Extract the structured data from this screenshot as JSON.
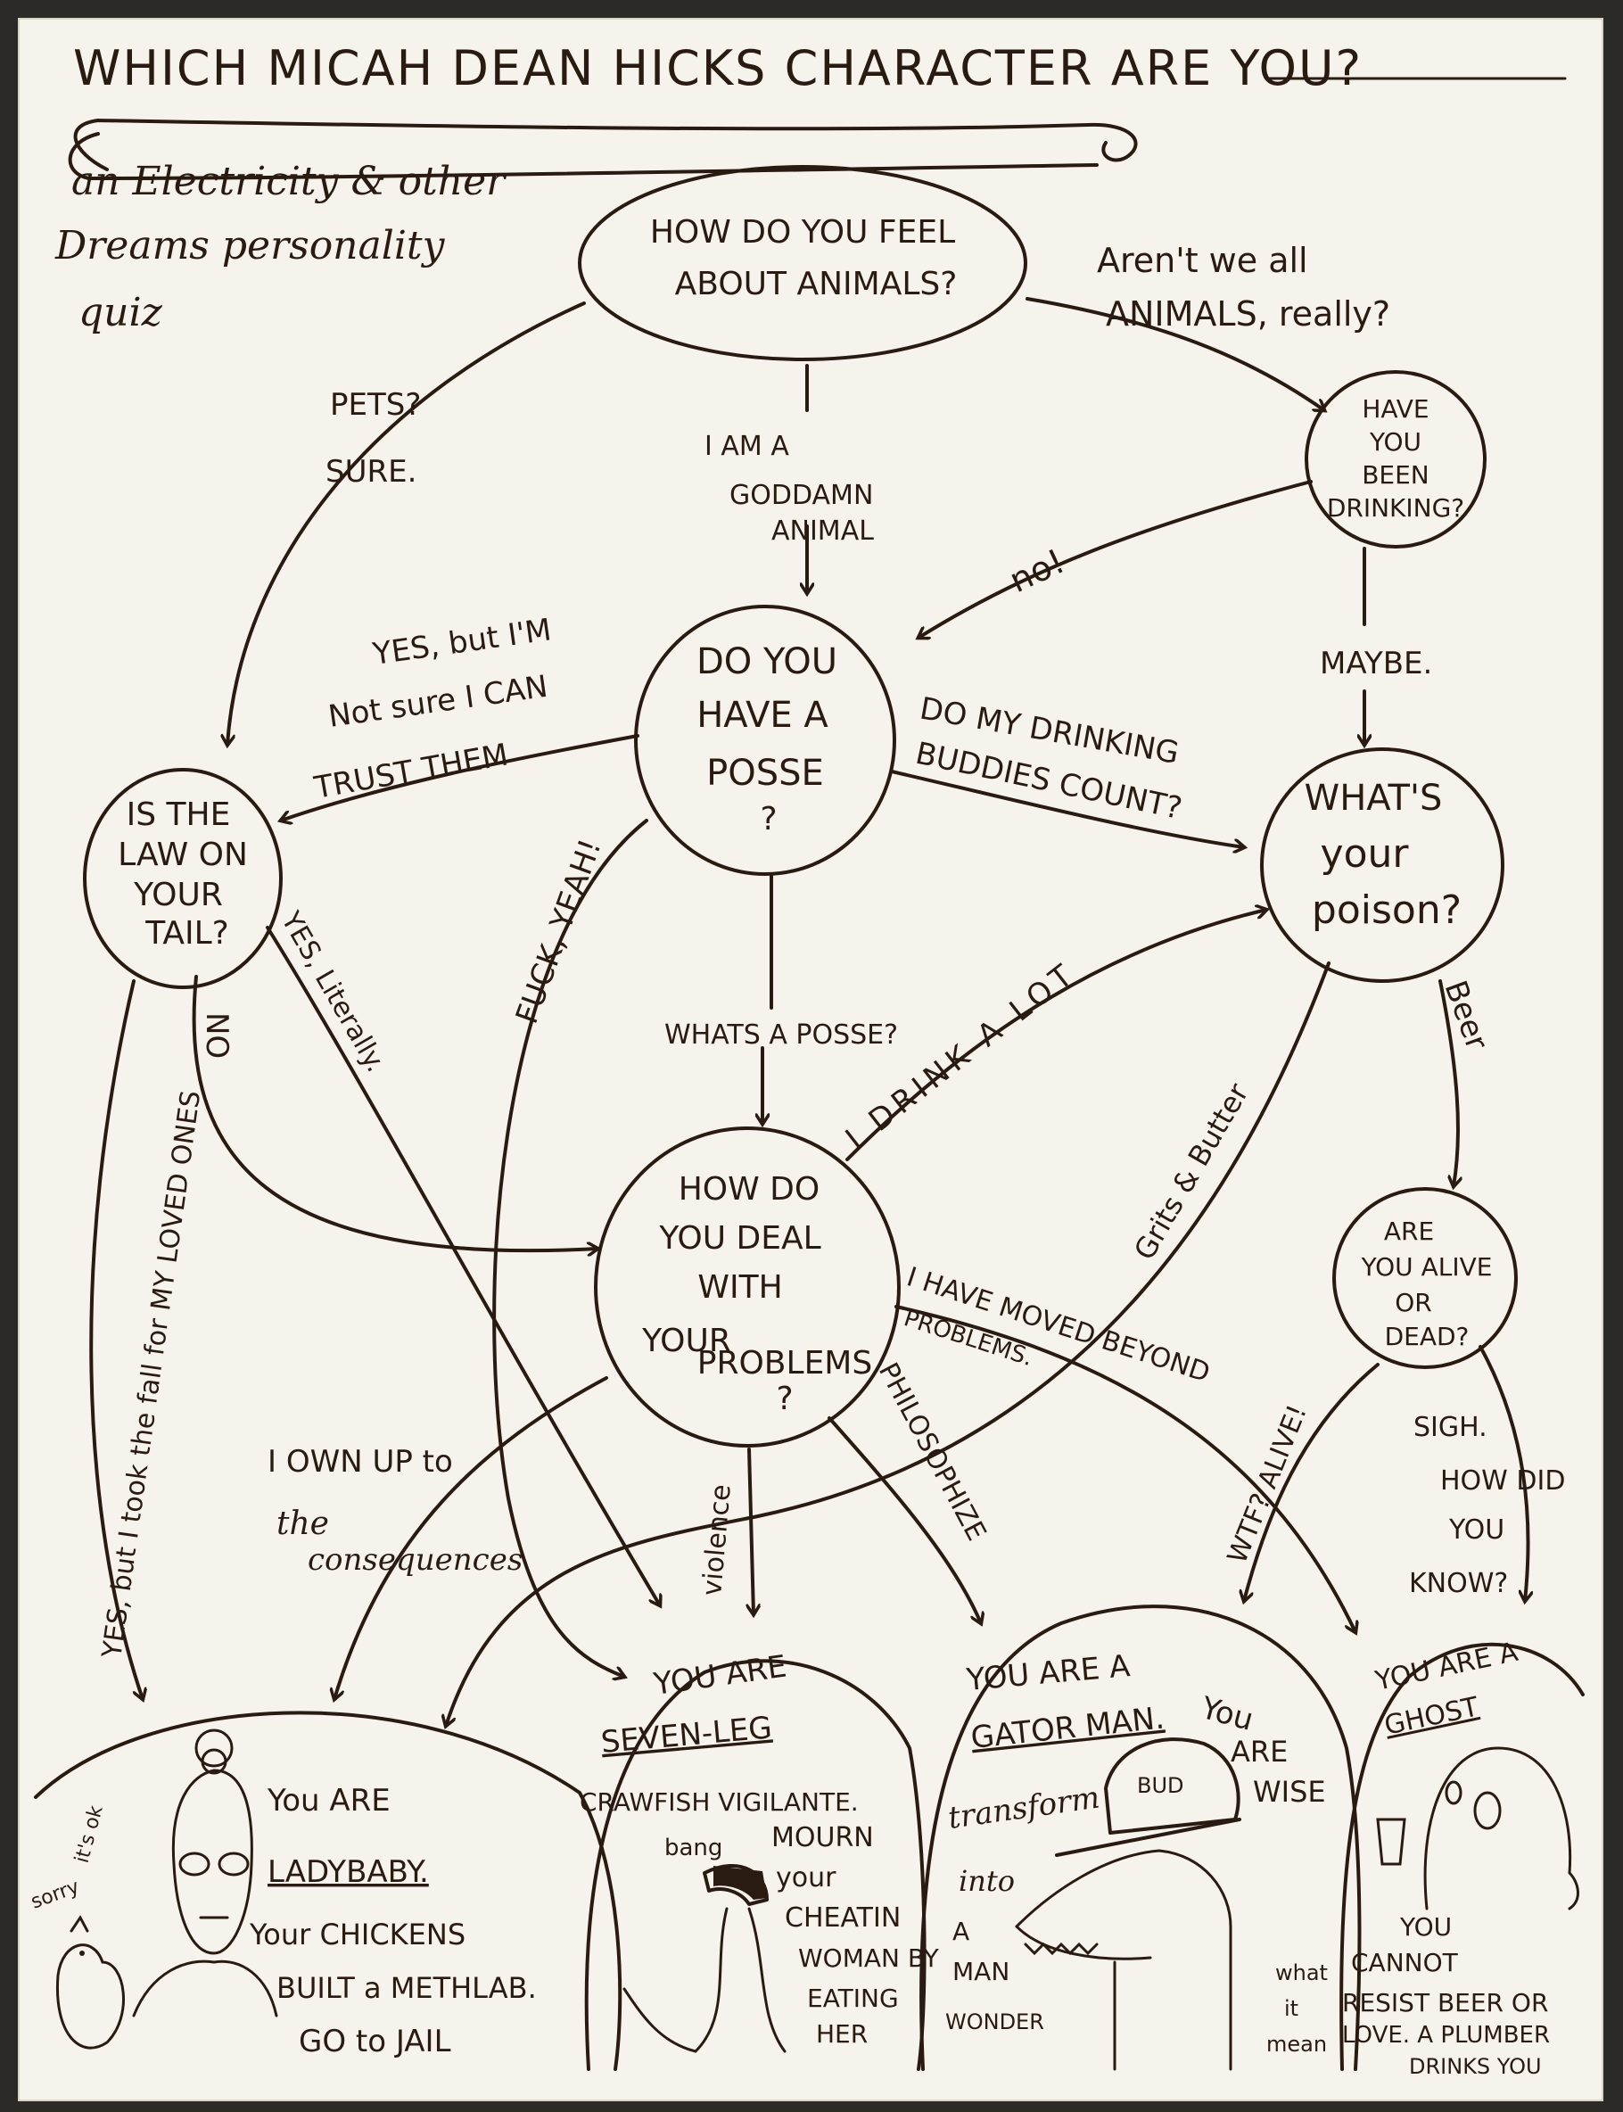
{
  "title": "WHICH MICAH DEAN HICKS CHARACTER ARE YOU?",
  "subtitle_lines": [
    "an Electricity & other",
    "Dreams personality",
    "quiz"
  ],
  "nodes": {
    "animals": [
      "HOW DO YOU FEEL",
      "ABOUT ANIMALS?"
    ],
    "drinking": [
      "HAVE",
      "YOU",
      "BEEN",
      "DRINKING?"
    ],
    "posse": [
      "DO YOU",
      "HAVE A",
      "POSSE",
      "?"
    ],
    "law": [
      "IS THE",
      "LAW ON",
      "YOUR",
      "TAIL?"
    ],
    "poison": [
      "WHAT'S",
      "your",
      "poison?"
    ],
    "problems": [
      "HOW DO",
      "YOU DEAL",
      "WITH",
      "YOUR",
      "PROBLEMS",
      "?"
    ],
    "alive": [
      "ARE",
      "YOU ALIVE",
      "OR",
      "DEAD?"
    ]
  },
  "edges": {
    "pets": [
      "PETS?",
      "SURE."
    ],
    "goddamn": [
      "I AM A",
      "GODDAMN",
      "ANIMAL"
    ],
    "animals_really": [
      "Aren't we all",
      "ANIMALS, really?"
    ],
    "no": "no!",
    "maybe": "MAYBE.",
    "trust": [
      "YES, but I'M",
      "Not sure I CAN",
      "TRUST THEM"
    ],
    "buddies": [
      "DO MY DRINKING",
      "BUDDIES COUNT?"
    ],
    "fuck_yeah": "FUCK, YEAH!",
    "whats_posse": "WHATS A POSSE?",
    "drink_lot": "I DRINK A LOT",
    "yes_literally": "YES, Literally.",
    "no_law": "NO",
    "yes_took_fall": "YES, but I took the fall for MY LOVED ONES",
    "grits": "Grits & Butter",
    "beer": "Beer",
    "own_up": [
      "I OWN UP to",
      "the",
      "consequences"
    ],
    "violence": "violence",
    "philosophize": "PHILOSOPHIZE",
    "moved_beyond": [
      "I HAVE MOVED BEYOND",
      "PROBLEMS."
    ],
    "wtf_alive": "WTF? ALIVE!",
    "sigh": [
      "SIGH.",
      "HOW DID",
      "YOU",
      "KNOW?"
    ]
  },
  "results": {
    "ladybaby": {
      "lines": [
        "You ARE",
        "LADYBABY."
      ],
      "desc": [
        "Your CHICKENS",
        "BUILT a METHLAB.",
        "GO to JAIL"
      ],
      "sketch_text": [
        "sorry",
        "it's ok"
      ]
    },
    "crawfish": {
      "lines": [
        "YOU ARE",
        "SEVEN-LEG",
        "CRAWFISH VIGILANTE."
      ],
      "desc": [
        "MOURN",
        "your",
        "CHEATIN",
        "WOMAN BY",
        "EATING",
        "HER"
      ],
      "sketch_text": [
        "bang"
      ]
    },
    "gator": {
      "lines": [
        "YOU ARE A",
        "GATOR MAN.",
        "You",
        "ARE",
        "WISE"
      ],
      "desc": [
        "transform",
        "into",
        "A",
        "MAN",
        "WONDER"
      ],
      "sketch_text": [
        "BUD",
        "what",
        "it",
        "mean"
      ]
    },
    "ghost": {
      "lines": [
        "YOU ARE A",
        "GHOST"
      ],
      "desc": [
        "YOU",
        "CANNOT",
        "RESIST BEER OR",
        "LOVE. A PLUMBER",
        "DRINKS YOU"
      ]
    }
  }
}
